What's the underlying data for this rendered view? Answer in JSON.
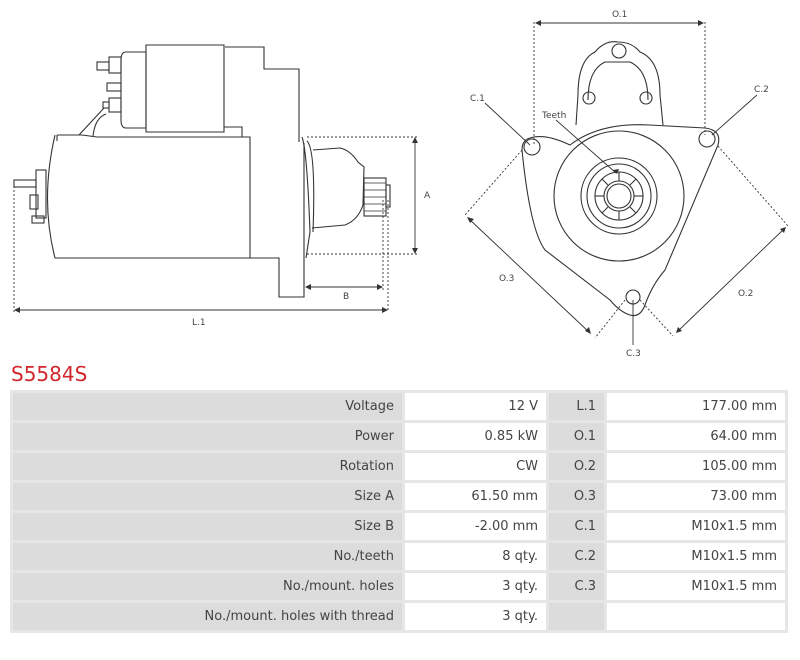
{
  "product": {
    "code": "S5584S"
  },
  "diagram_labels": {
    "side_view": {
      "a": "A",
      "b": "B",
      "l1": "L.1"
    },
    "front_view": {
      "o1": "O.1",
      "o2": "O.2",
      "o3": "O.3",
      "c1": "C.1",
      "c2": "C.2",
      "c3": "C.3",
      "teeth": "Teeth"
    }
  },
  "specs": [
    {
      "label": "Voltage",
      "value": "12 V",
      "code": "L.1",
      "code_value": "177.00 mm"
    },
    {
      "label": "Power",
      "value": "0.85 kW",
      "code": "O.1",
      "code_value": "64.00 mm"
    },
    {
      "label": "Rotation",
      "value": "CW",
      "code": "O.2",
      "code_value": "105.00 mm"
    },
    {
      "label": "Size A",
      "value": "61.50 mm",
      "code": "O.3",
      "code_value": "73.00 mm"
    },
    {
      "label": "Size B",
      "value": "-2.00 mm",
      "code": "C.1",
      "code_value": "M10x1.5 mm"
    },
    {
      "label": "No./teeth",
      "value": "8 qty.",
      "code": "C.2",
      "code_value": "M10x1.5 mm"
    },
    {
      "label": "No./mount. holes",
      "value": "3 qty.",
      "code": "C.3",
      "code_value": "M10x1.5 mm"
    },
    {
      "label": "No./mount. holes with thread",
      "value": "3 qty.",
      "code": "",
      "code_value": ""
    }
  ],
  "colors": {
    "title_red": "#d0262c",
    "label_cell": "#dcdcdc",
    "value_cell": "#ffffff",
    "table_border": "#e6e6e6"
  }
}
